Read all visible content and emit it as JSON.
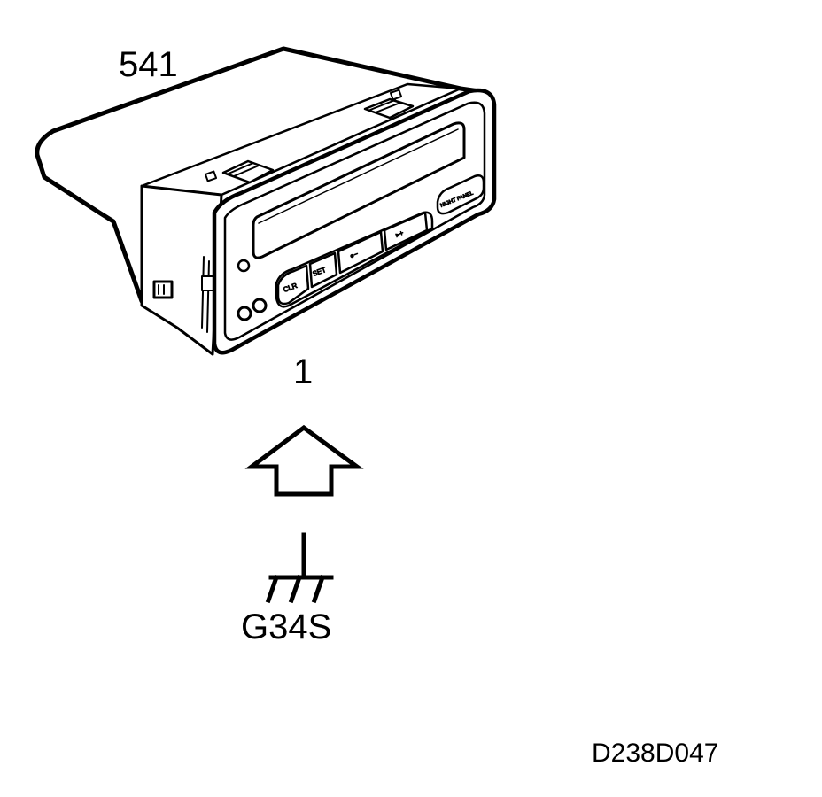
{
  "labels": {
    "component_id": "541",
    "connector_pin": "1",
    "ground_id": "G34S",
    "figure_code": "D238D047"
  },
  "display_unit": {
    "buttons": {
      "clr": "CLR",
      "set": "SET",
      "minus": "●−",
      "plus": "▸+",
      "night_panel": "NIGHT PANEL"
    }
  },
  "colors": {
    "ink": "#000000",
    "paper": "#ffffff"
  },
  "icons": {
    "arrow": "up-arrow-icon",
    "ground": "ground-symbol-icon"
  }
}
